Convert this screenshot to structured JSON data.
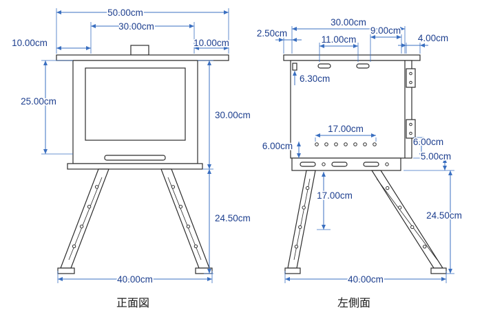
{
  "colors": {
    "background": "#ffffff",
    "drawing_line": "#2b2b2b",
    "dimension_line": "#3a6fc0",
    "dimension_text": "#1c3e8e"
  },
  "front_view": {
    "caption": "正面図",
    "labels": {
      "total_width": "50.00cm",
      "inner_width": "30.00cm",
      "left_overhang": "10.00cm",
      "right_overhang": "10.00cm",
      "screen_height": "25.00cm",
      "body_height": "30.00cm",
      "leg_height": "24.50cm",
      "base_width": "40.00cm"
    }
  },
  "side_view": {
    "caption": "左側面",
    "labels": {
      "top_front_offset": "2.50cm",
      "top_width": "30.00cm",
      "slot_pitch": "11.00cm",
      "slot_to_edge": "9.00cm",
      "top_rear_offset": "4.00cm",
      "slot_inset": "6.30cm",
      "hole_row_width": "17.00cm",
      "hole_row_left_offset": "6.00cm",
      "hole_row_right_offset": "6.00cm",
      "bracket_height": "5.00cm",
      "bracket_drop": "17.00cm",
      "leg_height": "24.50cm",
      "base_width": "40.00cm"
    }
  }
}
